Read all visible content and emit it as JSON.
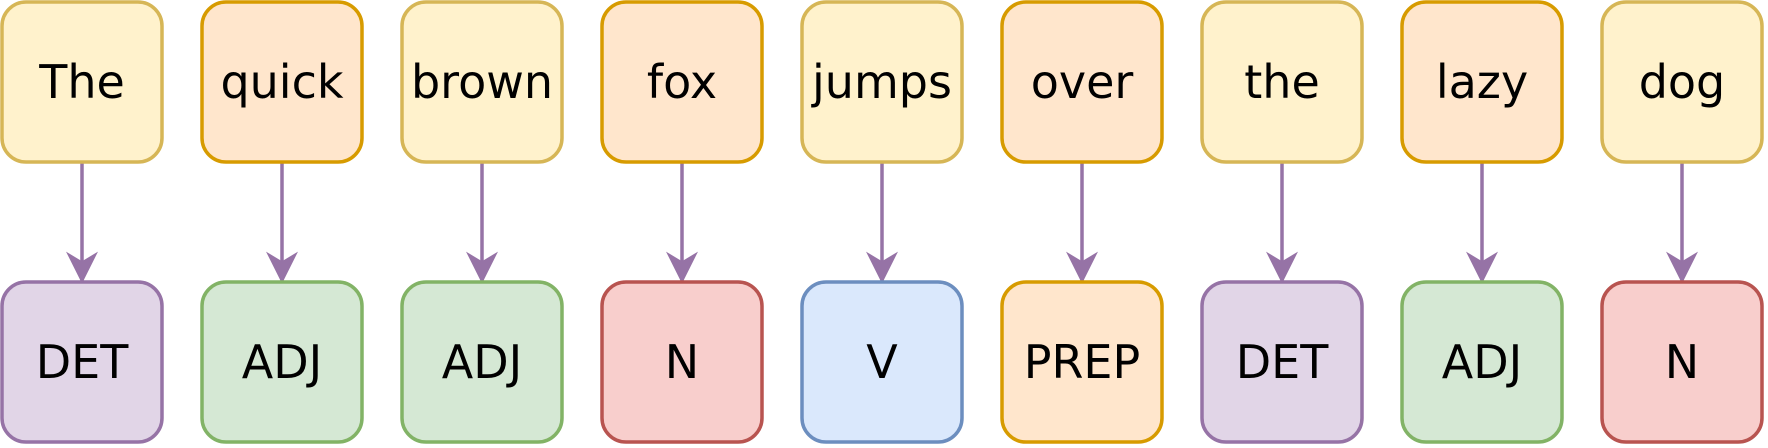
{
  "colors": {
    "arrow": "#9673A6",
    "yellow_fill": "#FFF2CC",
    "yellow_stroke": "#D6B656",
    "orange_fill": "#FFE6CC",
    "orange_stroke": "#D79B00",
    "purple_fill": "#E1D5E7",
    "purple_stroke": "#9673A6",
    "green_fill": "#D5E8D4",
    "green_stroke": "#82B366",
    "red_fill": "#F8CECC",
    "red_stroke": "#B85450",
    "blue_fill": "#DAE8FC",
    "blue_stroke": "#6C8EBF"
  },
  "pairs": [
    {
      "word": "The",
      "word_style": "yellow",
      "tag": "DET",
      "tag_style": "purple"
    },
    {
      "word": "quick",
      "word_style": "orange",
      "tag": "ADJ",
      "tag_style": "green"
    },
    {
      "word": "brown",
      "word_style": "yellow",
      "tag": "ADJ",
      "tag_style": "green"
    },
    {
      "word": "fox",
      "word_style": "orange",
      "tag": "N",
      "tag_style": "red"
    },
    {
      "word": "jumps",
      "word_style": "yellow",
      "tag": "V",
      "tag_style": "blue"
    },
    {
      "word": "over",
      "word_style": "orange",
      "tag": "PREP",
      "tag_style": "orange"
    },
    {
      "word": "the",
      "word_style": "yellow",
      "tag": "DET",
      "tag_style": "purple"
    },
    {
      "word": "lazy",
      "word_style": "orange",
      "tag": "ADJ",
      "tag_style": "green"
    },
    {
      "word": "dog",
      "word_style": "yellow",
      "tag": "N",
      "tag_style": "red"
    }
  ]
}
